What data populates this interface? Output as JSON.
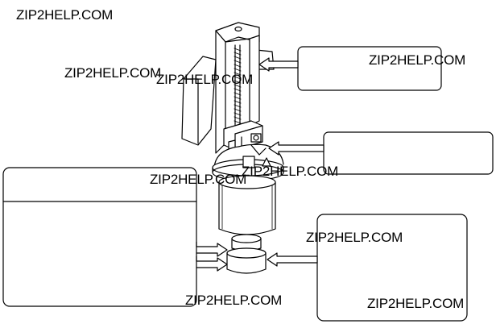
{
  "watermarks": [
    "ZIP2HELP.COM",
    "ZIP2HELP.COM",
    "ZIP2HELP.COM",
    "ZIP2HELP.COM",
    "ZIP2HELP.COM",
    "ZIP2HELP.COM",
    "ZIP2HELP.COM",
    "ZIP2HELP.COM",
    "ZIP2HELP.COM"
  ],
  "callouts": {
    "top_right": "",
    "middle_right": "",
    "left_box": "",
    "bottom_right": ""
  },
  "colors": {
    "line": "#000000",
    "background": "#ffffff"
  }
}
